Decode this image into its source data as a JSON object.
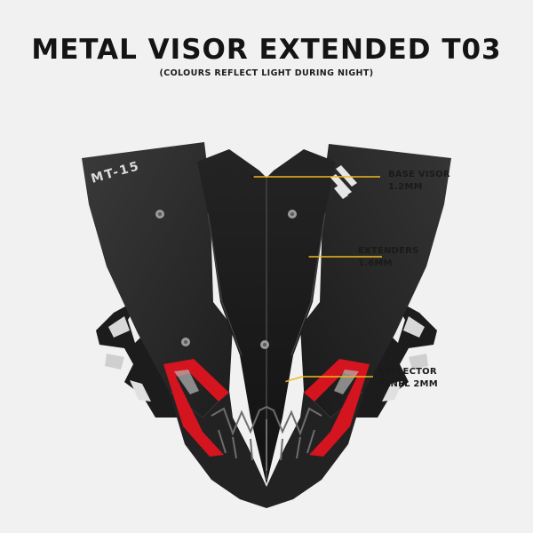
{
  "title": "METAL VISOR EXTENDED T03",
  "subtitle": "(COLOURS REFLECT LIGHT DURING NIGHT)",
  "logo_text": "MT-15",
  "callouts": {
    "base_visor": {
      "line1": "BASE VISOR",
      "line2": "1.2MM"
    },
    "extenders": {
      "line1": "EXTENDERS",
      "line2": "1.6MM"
    },
    "reflector": {
      "line1": "REFLECTOR",
      "line2": "PANEL 2MM"
    }
  },
  "colors": {
    "background": "#f1f1f1",
    "visor": "#2a2a2a",
    "reflector": "#d4141e",
    "leader": "#f2b81c"
  }
}
